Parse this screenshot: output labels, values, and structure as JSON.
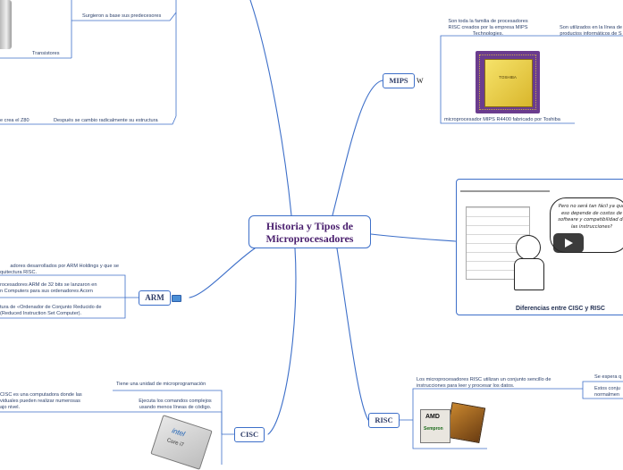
{
  "root": {
    "line1": "Historia y Tipos de",
    "line2": "Microprocesadores"
  },
  "top_branch": {
    "predecessors_note": "Surgieron a base sus predecesores",
    "transistors_caption": "Transistores",
    "z80_note": "e crea el Z80",
    "structure_note": "Después se cambio radicalmente su estructura"
  },
  "mips": {
    "label": "MIPS",
    "wiki_icon": "W",
    "desc1": "Son toda la familia de procesadores RISC creados por la empresa MIPS Technologies.",
    "desc2": "Son utilizados en la línea de productos informáticos de S",
    "chip_caption": "microprocesador MIPS R4400 fabricado por Toshiba",
    "chip_marking": "TOSHIBA"
  },
  "video": {
    "title": "Diferencias entre CISC y RISC",
    "bubble_text": "Pero no será tan fácil ya que eso depende de costos de software y compatibilidad de las instrucciones?",
    "icon": "play-icon"
  },
  "arm": {
    "label": "ARM",
    "desc1_l1": "adores desarrollados por ARM Holdings y que se",
    "desc1_l2": "quitectura RISC.",
    "desc2_l1": "rocesadores ARM de 32 bits se lanzaron en",
    "desc2_l2": "n Computers para sus ordenadores Acorn",
    "desc3_l1": "tura de «Ordenador de Conjunto Reducido de",
    "desc3_l2": "(Reduced Instruction Set Computer)."
  },
  "cisc": {
    "label": "CISC",
    "desc1": "Tiene una unidad de microprogramación",
    "desc2_l1": "Ejecuta los comandos complejos",
    "desc2_l2": "usando menos líneas de código.",
    "desc3_l1": "CISC es una computadora donde las",
    "desc3_l2": "viduales pueden realizar numerosas",
    "desc3_l3": "ajo nivel.",
    "chip_brand": "intel",
    "chip_model": "Core i7"
  },
  "risc": {
    "label": "RISC",
    "desc1": "Los microprocesadores RISC utilizan un conjunto sencillo de instrucciones para leer y procesar los datos.",
    "desc2": "Se espera q",
    "desc3_l1": "Estos conju",
    "desc3_l2": "normalmen",
    "chip_brand": "AMD",
    "chip_model": "Sempron"
  },
  "colors": {
    "line": "#3d6fc9",
    "text": "#2a3f6a",
    "title": "#4a1f6e"
  }
}
